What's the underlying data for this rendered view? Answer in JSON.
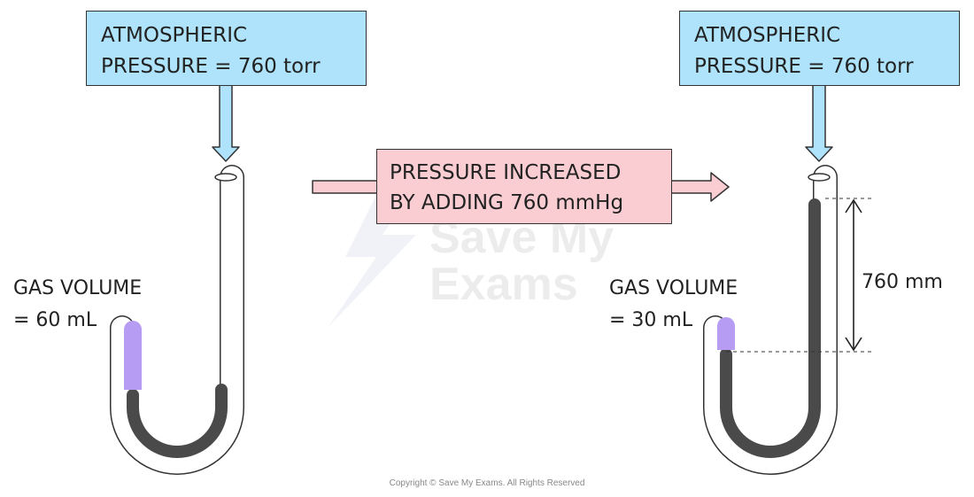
{
  "atmosphere_left": {
    "line1": "ATMOSPHERIC",
    "line2": "PRESSURE = 760 torr"
  },
  "atmosphere_right": {
    "line1": "ATMOSPHERIC",
    "line2": "PRESSURE = 760 torr"
  },
  "pressure_increase": {
    "line1": "PRESSURE  INCREASED",
    "line2": "BY ADDING 760 mmHg"
  },
  "gas_left": {
    "line1": "GAS  VOLUME",
    "line2": "= 60 mL"
  },
  "gas_right": {
    "line1": "GAS  VOLUME",
    "line2": "= 30 mL"
  },
  "height_label": "760 mm",
  "watermark": {
    "line1": "Save My",
    "line2": "Exams"
  },
  "copyright": "Copyright © Save My Exams. All Rights Reserved",
  "colors": {
    "atmosphere_box": "#aee3fb",
    "increase_box": "#f9cdd2",
    "gas": "#b79cf4",
    "mercury": "#4a4a4a"
  }
}
